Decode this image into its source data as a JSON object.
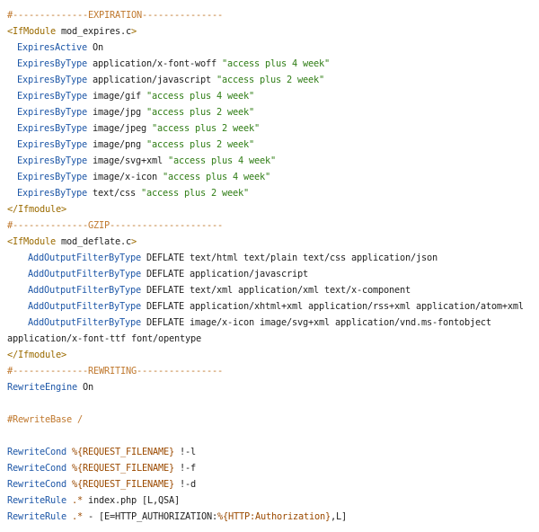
{
  "lines": {
    "l01": "#--------------EXPIRATION---------------",
    "l02a": "<IfModule",
    "l02b": " mod_expires.c",
    "l02c": ">",
    "l03a": "ExpiresActive",
    "l03b": " On",
    "l04a": "ExpiresByType",
    "l04b": " application/x-font-woff ",
    "l04c": "\"access plus 4 week\"",
    "l05a": "ExpiresByType",
    "l05b": " application/javascript ",
    "l05c": "\"access plus 2 week\"",
    "l06a": "ExpiresByType",
    "l06b": " image/gif ",
    "l06c": "\"access plus 4 week\"",
    "l07a": "ExpiresByType",
    "l07b": " image/jpg ",
    "l07c": "\"access plus 2 week\"",
    "l08a": "ExpiresByType",
    "l08b": " image/jpeg ",
    "l08c": "\"access plus 2 week\"",
    "l09a": "ExpiresByType",
    "l09b": " image/png ",
    "l09c": "\"access plus 2 week\"",
    "l10a": "ExpiresByType",
    "l10b": " image/svg+xml ",
    "l10c": "\"access plus 4 week\"",
    "l11a": "ExpiresByType",
    "l11b": " image/x-icon ",
    "l11c": "\"access plus 4 week\"",
    "l12a": "ExpiresByType",
    "l12b": " text/css ",
    "l12c": "\"access plus 2 week\"",
    "l13": "</Ifmodule>",
    "l14": "#--------------GZIP---------------------",
    "l15a": "<IfModule",
    "l15b": " mod_deflate.c",
    "l15c": ">",
    "l16a": "AddOutputFilterByType",
    "l16b": " DEFLATE text/html text/plain text/css application/json",
    "l17a": "AddOutputFilterByType",
    "l17b": " DEFLATE application/javascript",
    "l18a": "AddOutputFilterByType",
    "l18b": " DEFLATE text/xml application/xml text/x-component",
    "l19a": "AddOutputFilterByType",
    "l19b": " DEFLATE application/xhtml+xml application/rss+xml application/atom+xml",
    "l20a": "AddOutputFilterByType",
    "l20b": " DEFLATE image/x-icon image/svg+xml application/vnd.ms-fontobject",
    "l21": "application/x-font-ttf font/opentype",
    "l22": "</Ifmodule>",
    "l23": "#--------------REWRITING----------------",
    "l24a": "RewriteEngine",
    "l24b": " On",
    "l26": "#RewriteBase /",
    "l28a": "RewriteCond",
    "l28b": " %{REQUEST_FILENAME}",
    "l28c": " !-l",
    "l29a": "RewriteCond",
    "l29b": " %{REQUEST_FILENAME}",
    "l29c": " !-f",
    "l30a": "RewriteCond",
    "l30b": " %{REQUEST_FILENAME}",
    "l30c": " !-d",
    "l31a": "RewriteRule",
    "l31b": " .*",
    "l31c": " index.php [L,QSA]",
    "l32a": "RewriteRule",
    "l32b": " .*",
    "l32c": " - [E=HTTP_AUTHORIZATION:",
    "l32d": "%{HTTP:Authorization}",
    "l32e": ",L]"
  },
  "colors": {
    "comment": "#c0792f",
    "tag": "#9b6b00",
    "directive": "#1f58a8",
    "string": "#2f7d15",
    "variable": "#9b4a00",
    "text": "#222222",
    "background": "#ffffff"
  }
}
